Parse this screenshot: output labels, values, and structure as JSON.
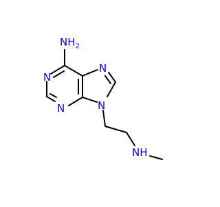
{
  "molecule": {
    "colors": {
      "bond": "#000000",
      "nitrogen": "#0000ff"
    },
    "labels": {
      "amine_top": "NH2",
      "amine_top_main": "NH",
      "amine_top_sub": "2",
      "n1": "N",
      "n3": "N",
      "n7": "N",
      "n9": "N",
      "side_nh": "NH"
    }
  }
}
